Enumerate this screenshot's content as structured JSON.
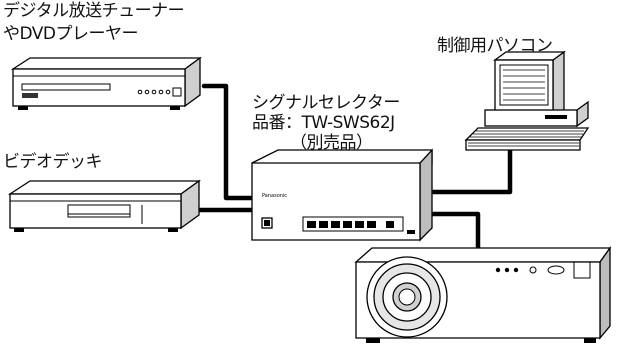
{
  "labels": {
    "dvd_line1": "デジタル放送チューナー",
    "dvd_line2": "やDVDプレーヤー",
    "vcr": "ビデオデッキ",
    "pc": "制御用パソコン",
    "selector_line1": "シグナルセレクター",
    "selector_line2": "品番：TW-SWS62J",
    "selector_line3": "（別売品）"
  },
  "device_marks": {
    "brand": "Panasonic"
  },
  "colors": {
    "line": "#000000",
    "body_light": "#ffffff",
    "body_shade": "#d9d9d9",
    "body_dark": "#333333"
  }
}
